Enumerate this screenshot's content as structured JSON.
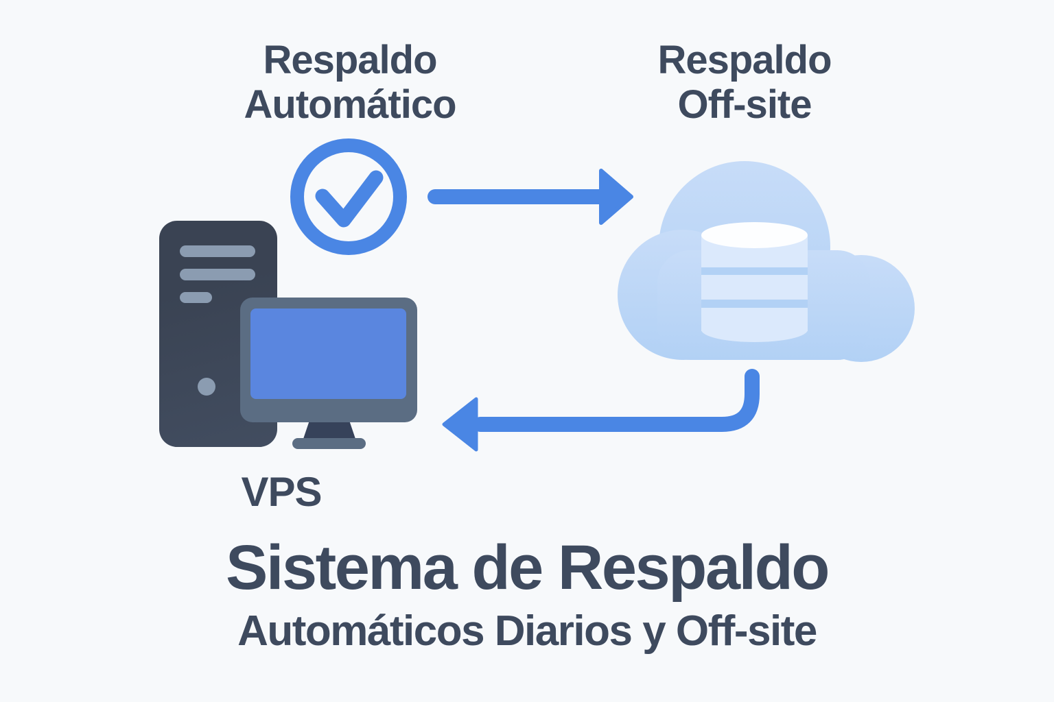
{
  "colors": {
    "bg": "#f7f9fb",
    "ink": "#3e4a5e",
    "blue": "#4a86e4",
    "screen_blue": "#5a86df",
    "cloud_a": "#c7dcf8",
    "cloud_b": "#b2d1f5",
    "db_body": "#dbe9fc",
    "db_top": "#fdfeff",
    "tower_a": "#3a4353",
    "tower_b": "#424d60",
    "slat": "#8b9cb1",
    "bezel": "#5b6d83",
    "stand": "#36425a"
  },
  "labels": {
    "auto": {
      "line1": "Respaldo",
      "line2": "Automático"
    },
    "offsite": {
      "line1": "Respaldo",
      "line2": "Off-site"
    },
    "vps": "VPS"
  },
  "title": {
    "main": "Sistema de Respaldo",
    "subtitle": "Automáticos Diarios y Off-site"
  },
  "icons": {
    "check": "check-circle-icon",
    "arrow_right": "arrow-right-icon",
    "arrow_return": "arrow-return-icon",
    "cloud_db": "cloud-database-icon",
    "server_tower": "server-tower-icon",
    "monitor": "monitor-icon"
  }
}
